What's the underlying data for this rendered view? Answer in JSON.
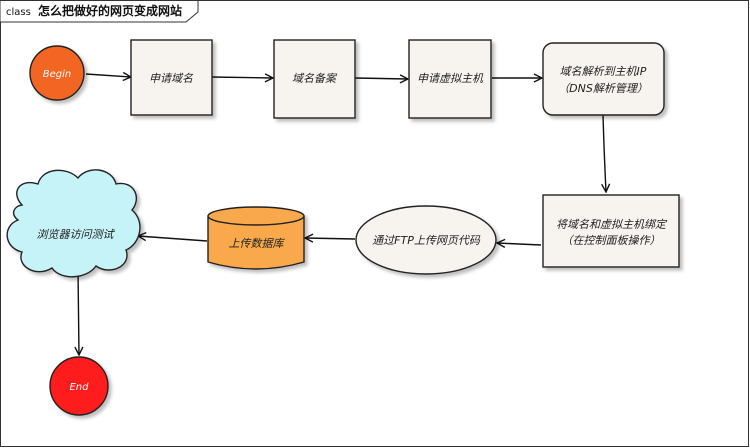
{
  "diagram": {
    "kind_label": "class",
    "title": "怎么把做好的网页变成网站",
    "nodes": {
      "begin": "Begin",
      "apply_domain": "申请域名",
      "domain_record": "域名备案",
      "apply_vhost": "申请虚拟主机",
      "dns_line1": "域名解析到主机IP",
      "dns_line2": "（DNS解析管理）",
      "bind_line1": "将域名和虚拟主机绑定",
      "bind_line2": "（在控制面板操作）",
      "ftp_upload": "通过FTP上传网页代码",
      "upload_db": "上传数据库",
      "browser_test": "浏览器访问测试",
      "end": "End"
    },
    "colors": {
      "begin_fill": "#f26522",
      "end_fill": "#ff1a1a",
      "box_fill": "#f7f3ef",
      "db_fill": "#f9a94b",
      "cloud_fill": "#c6f3f8",
      "ellipse_fill": "#f7f3ef",
      "line": "#111111"
    }
  }
}
